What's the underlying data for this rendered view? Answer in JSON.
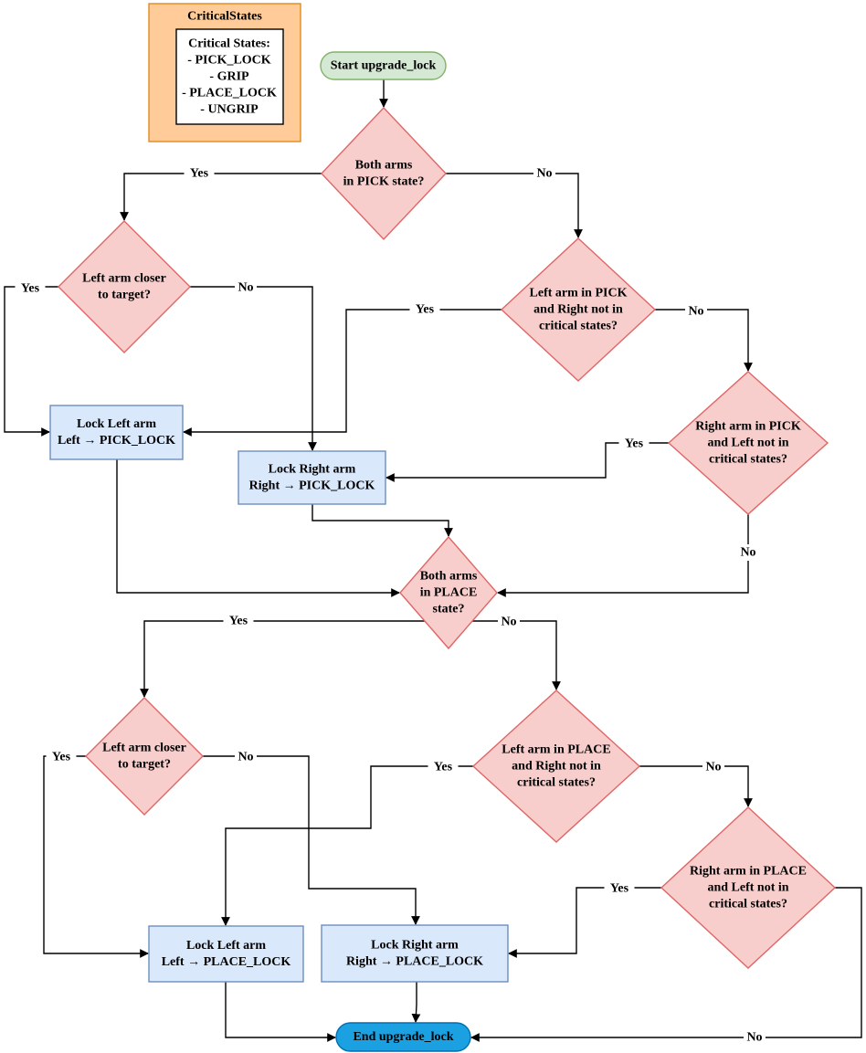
{
  "legend": {
    "title": "CriticalStates",
    "lines": [
      "Critical States:",
      "- PICK_LOCK",
      "- GRIP",
      "- PLACE_LOCK",
      "- UNGRIP"
    ]
  },
  "nodes": {
    "start": {
      "lines": [
        "Start upgrade_lock"
      ]
    },
    "d_both_pick": {
      "lines": [
        "Both arms",
        "in PICK state?"
      ]
    },
    "d_left_closer_pick": {
      "lines": [
        "Left arm closer",
        "to target?"
      ]
    },
    "d_left_pick": {
      "lines": [
        "Left arm in PICK",
        "and Right not in",
        "critical states?"
      ]
    },
    "d_right_pick": {
      "lines": [
        "Right arm in PICK",
        "and Left not in",
        "critical states?"
      ]
    },
    "lock_left_pick": {
      "lines": [
        "Lock Left arm",
        "Left → PICK_LOCK"
      ]
    },
    "lock_right_pick": {
      "lines": [
        "Lock Right arm",
        "Right → PICK_LOCK"
      ]
    },
    "d_both_place": {
      "lines": [
        "Both arms",
        "in PLACE",
        "state?"
      ]
    },
    "d_left_closer_place": {
      "lines": [
        "Left arm closer",
        "to target?"
      ]
    },
    "d_left_place": {
      "lines": [
        "Left arm in PLACE",
        "and Right not in",
        "critical states?"
      ]
    },
    "d_right_place": {
      "lines": [
        "Right arm in PLACE",
        "and Left not in",
        "critical states?"
      ]
    },
    "lock_left_place": {
      "lines": [
        "Lock Left arm",
        "Left → PLACE_LOCK"
      ]
    },
    "lock_right_place": {
      "lines": [
        "Lock Right arm",
        "Right → PLACE_LOCK"
      ]
    },
    "end": {
      "lines": [
        "End upgrade_lock"
      ]
    }
  },
  "edge_labels": {
    "yes": "Yes",
    "no": "No"
  },
  "colors": {
    "terminal_start_fill": "#d5e8d4",
    "terminal_start_stroke": "#82b366",
    "terminal_end_fill": "#1ba1e2",
    "terminal_end_stroke": "#006eaf",
    "decision_fill": "#f8cecc",
    "decision_stroke": "#e06666",
    "process_fill": "#dae8fc",
    "process_stroke": "#6c8ebf",
    "legend_fill": "#ffcc99",
    "legend_stroke": "#e08a1e"
  }
}
